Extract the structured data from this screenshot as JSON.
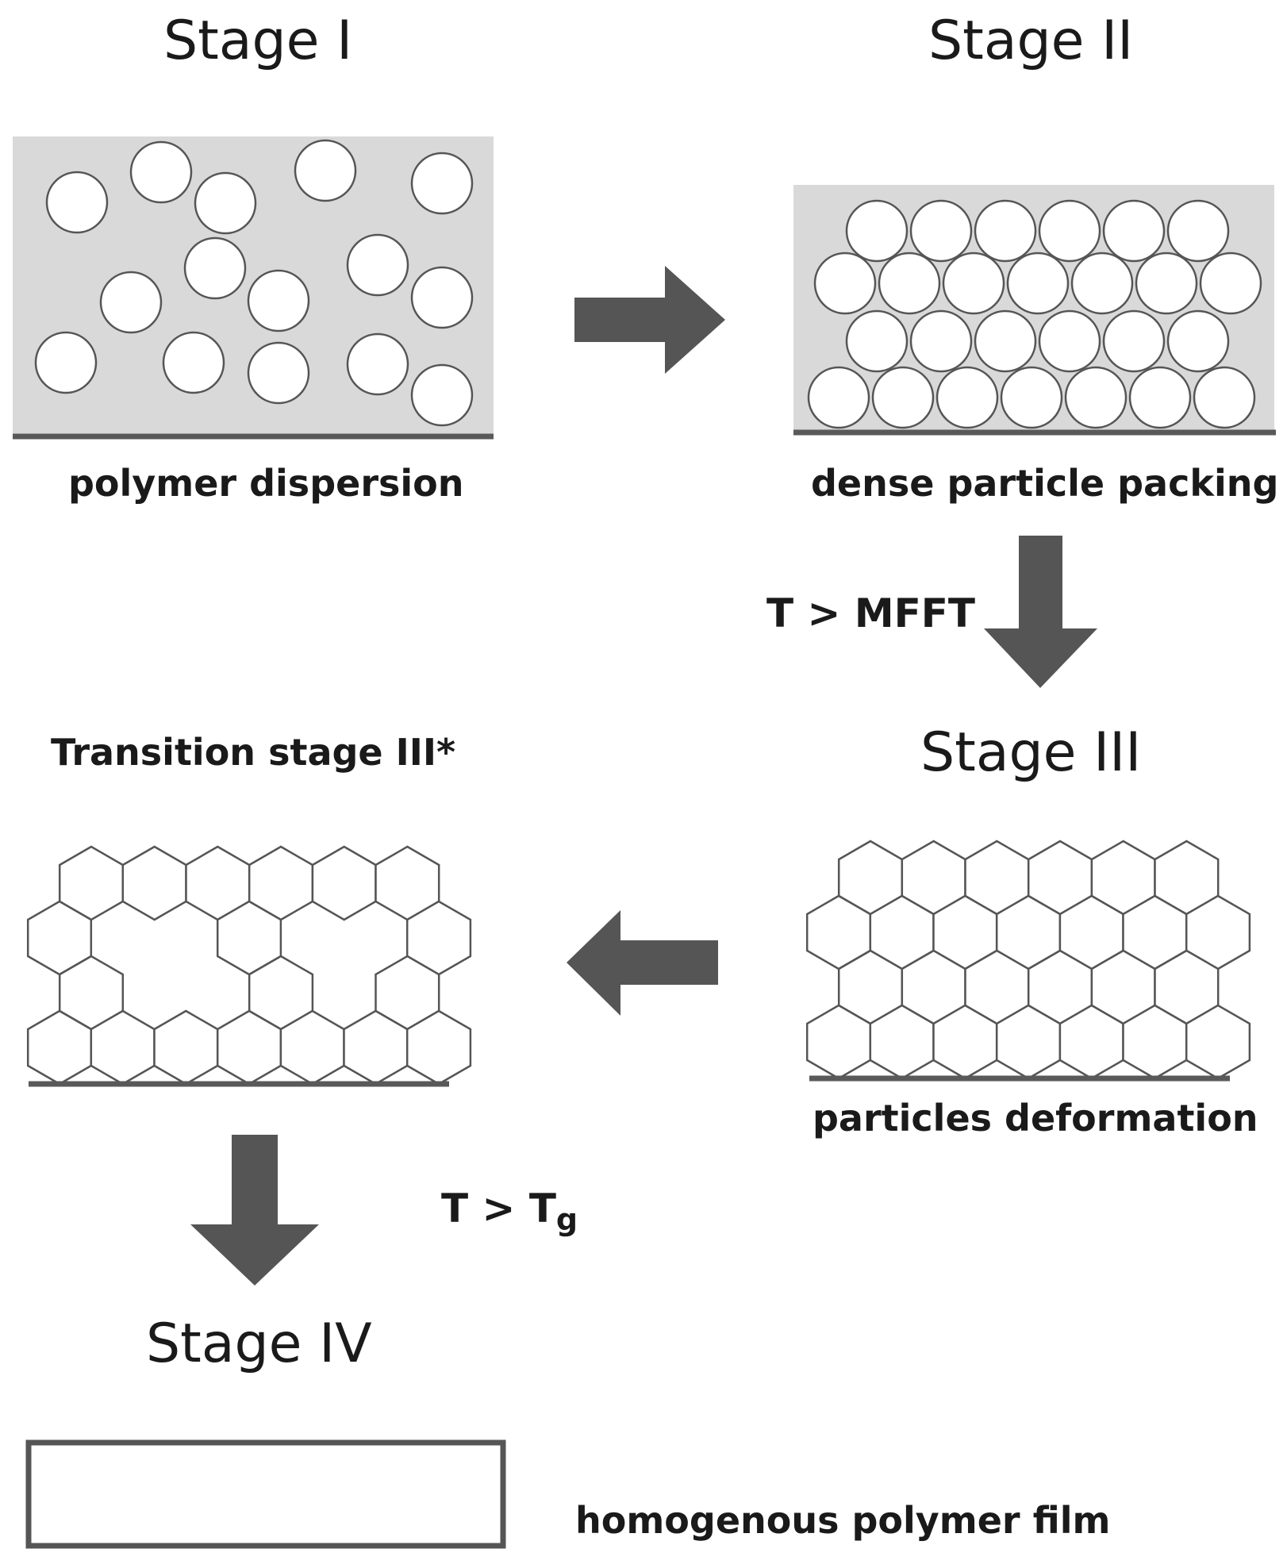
{
  "stages": {
    "stage1": {
      "title": "Stage I",
      "caption": "polymer dispersion"
    },
    "stage2": {
      "title": "Stage II",
      "caption": "dense particle packing"
    },
    "stage3": {
      "title": "Stage III",
      "caption": "particles deformation"
    },
    "transition": {
      "title": "Transition stage III*"
    },
    "stage4": {
      "title": "Stage IV",
      "caption": "homogenous polymer film"
    }
  },
  "conditions": {
    "mfft": "T > MFFT",
    "tg_main": "T > T",
    "tg_sub": "g"
  },
  "colors": {
    "dispersion_fill": "#d9d9d9",
    "arrow": "#555555",
    "substrate": "#595959",
    "outline": "#555555"
  }
}
